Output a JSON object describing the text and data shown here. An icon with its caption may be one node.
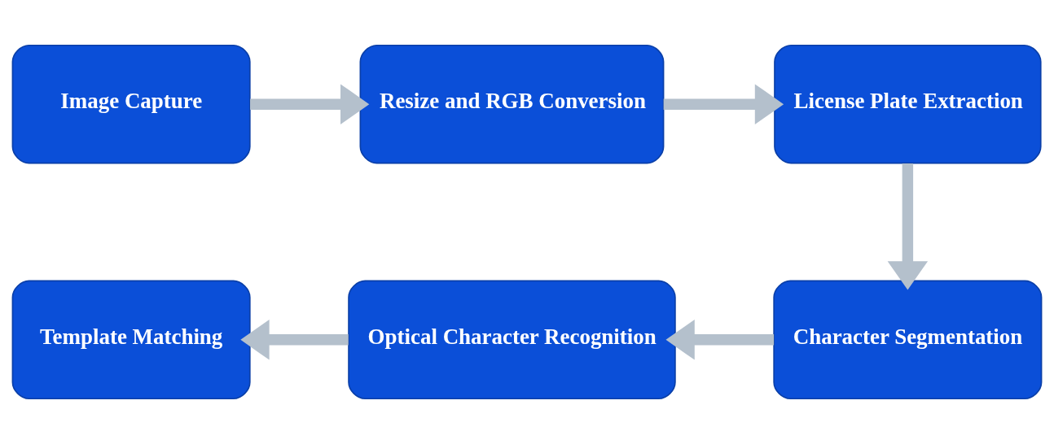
{
  "diagram": {
    "nodes": [
      {
        "text": [
          "Image Capture"
        ]
      },
      {
        "text": [
          "Resize and RGB Conversion"
        ]
      },
      {
        "text": [
          "License Plate Extraction"
        ]
      },
      {
        "text": [
          "Character Segmentation"
        ]
      },
      {
        "text": [
          "Optical Character Recognition"
        ]
      },
      {
        "text": [
          "Template Matching"
        ]
      }
    ],
    "edges": [
      {
        "from": 0,
        "to": 1,
        "arrow": "to"
      },
      {
        "from": 1,
        "to": 2,
        "arrow": "to"
      },
      {
        "from": 2,
        "to": 3,
        "arrow": "to"
      },
      {
        "from": 3,
        "to": 4,
        "arrow": "to"
      },
      {
        "from": 4,
        "to": 5,
        "arrow": "to"
      }
    ]
  }
}
